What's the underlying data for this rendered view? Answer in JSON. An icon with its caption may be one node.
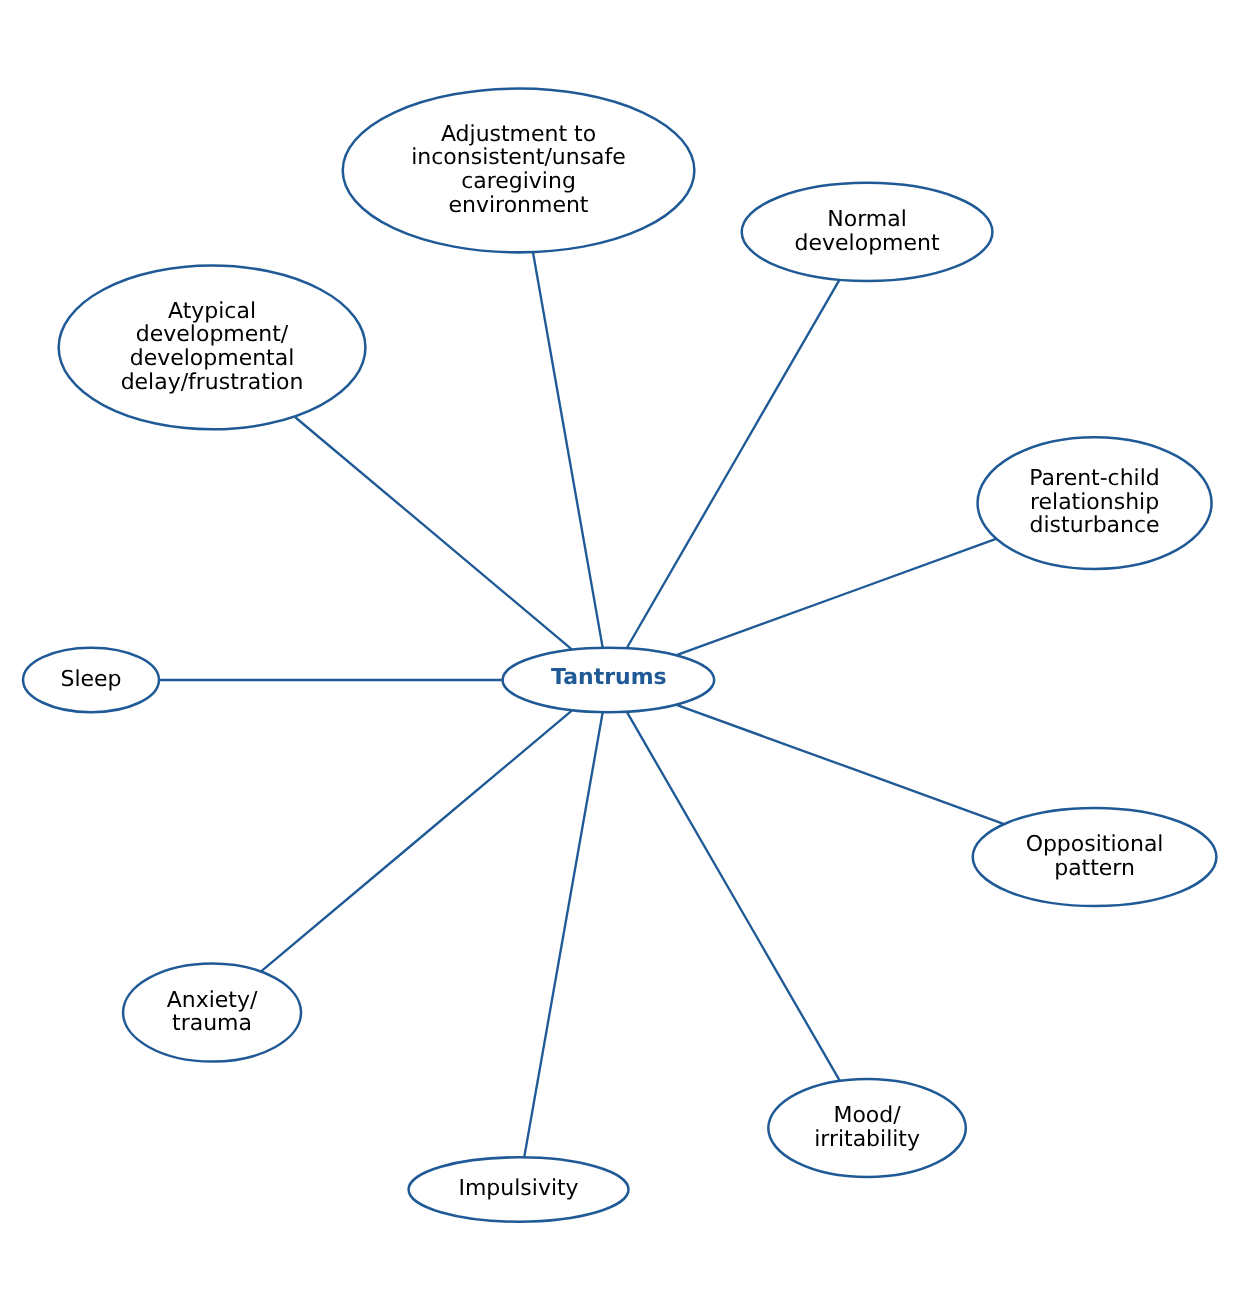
{
  "diagram": {
    "nodes": [
      {
        "text": [
          "Tantrums"
        ]
      },
      {
        "text": [
          "Parent-child relationship disturbance"
        ]
      },
      {
        "text": [
          "Normal development"
        ]
      },
      {
        "text": [
          "Adjustment to inconsistent/unsafe caregiving environment"
        ]
      },
      {
        "text": [
          "Atypical development/ developmental delay/frustration"
        ]
      },
      {
        "text": [
          "Sleep"
        ]
      },
      {
        "text": [
          "Anxiety/ trauma"
        ]
      },
      {
        "text": [
          "Impulsivity"
        ]
      },
      {
        "text": [
          "Mood/ irritability"
        ]
      },
      {
        "text": [
          "Oppositional pattern"
        ]
      }
    ],
    "edges": [
      {
        "from": 0,
        "to": 1,
        "arrow": "none"
      },
      {
        "from": 0,
        "to": 2,
        "arrow": "none"
      },
      {
        "from": 0,
        "to": 4,
        "arrow": "none"
      },
      {
        "from": 0,
        "to": 5,
        "arrow": "none"
      },
      {
        "from": 0,
        "to": 7,
        "arrow": "none"
      },
      {
        "from": 0,
        "to": 9,
        "arrow": "none"
      },
      {
        "from": 0,
        "to": 8,
        "arrow": "none"
      },
      {
        "from": 0,
        "to": 6,
        "arrow": "none"
      },
      {
        "from": 0,
        "to": 3,
        "arrow": "none"
      }
    ]
  }
}
